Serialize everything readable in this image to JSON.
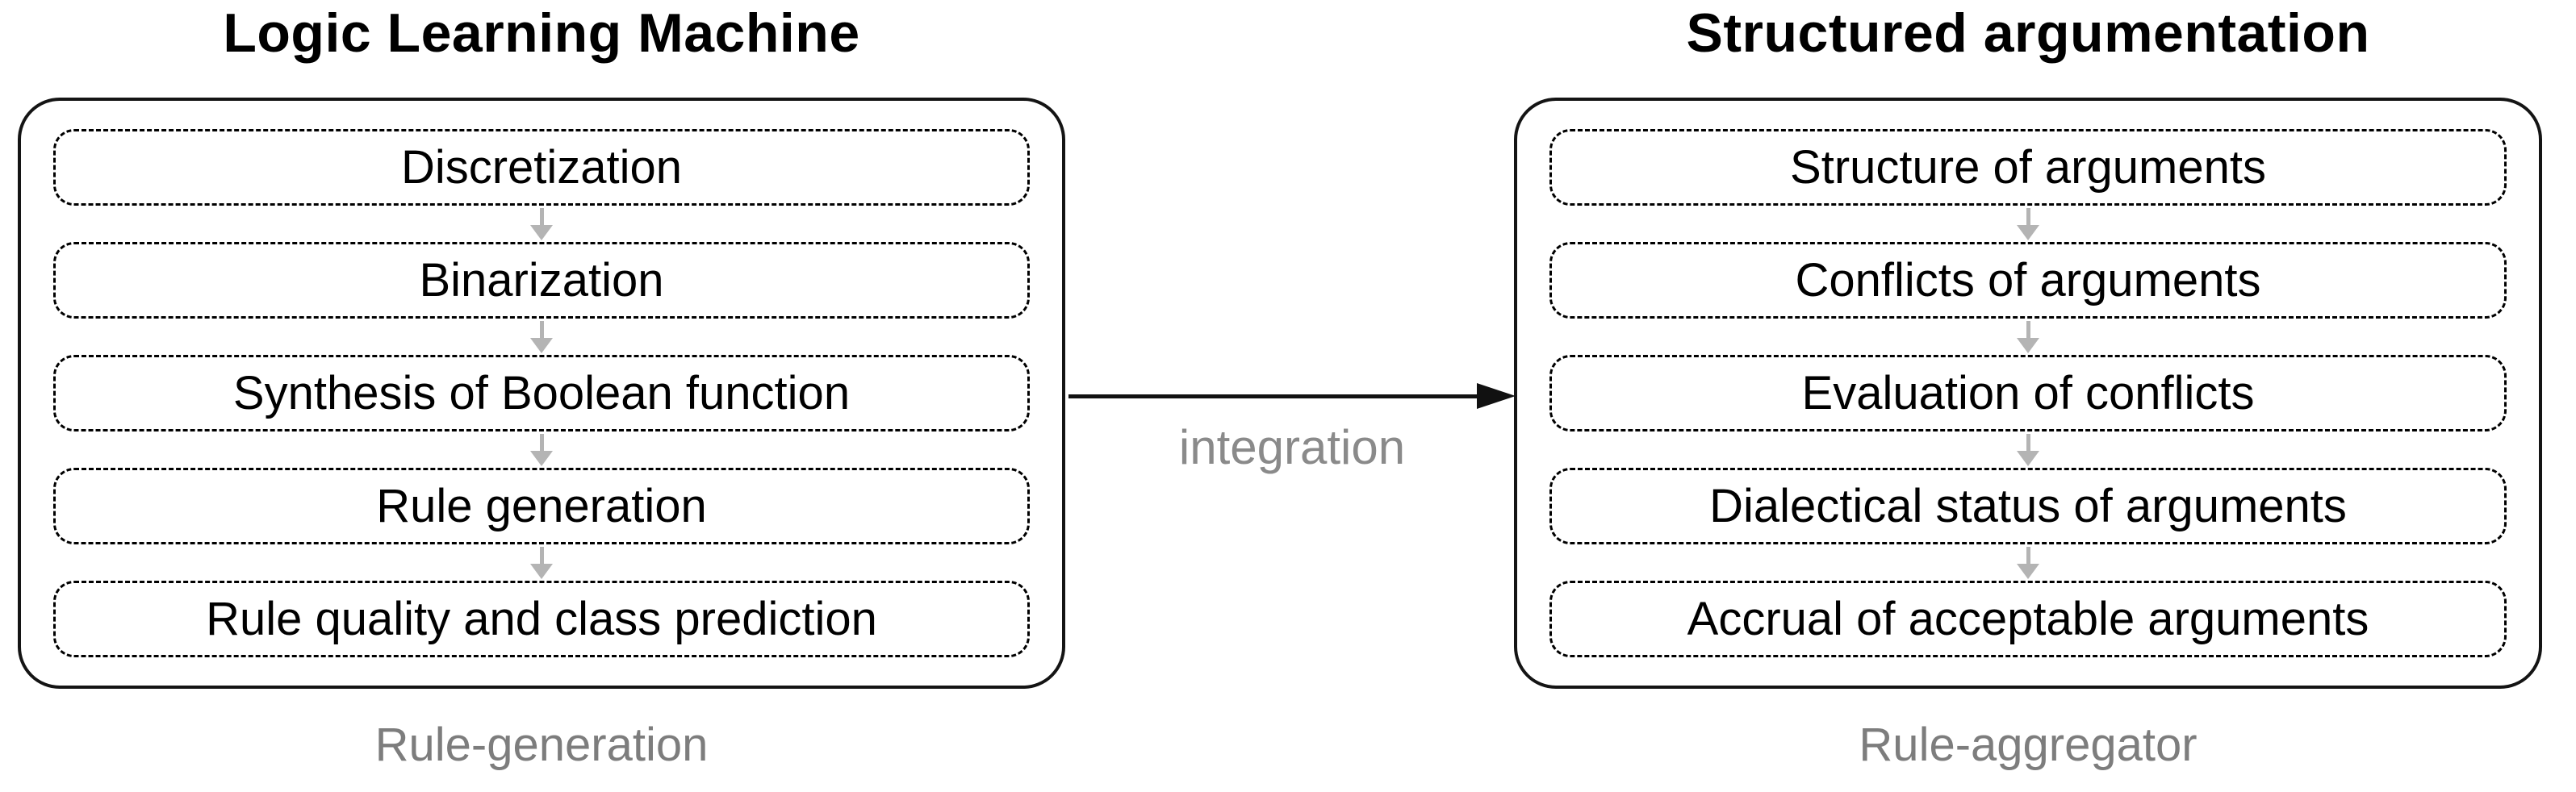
{
  "left_panel": {
    "title": "Logic Learning Machine",
    "steps": [
      "Discretization",
      "Binarization",
      "Synthesis of Boolean function",
      "Rule generation",
      "Rule quality and class prediction"
    ],
    "caption": "Rule-generation"
  },
  "right_panel": {
    "title": "Structured argumentation",
    "steps": [
      "Structure of arguments",
      "Conflicts of arguments",
      "Evaluation of conflicts",
      "Dialectical status of arguments",
      "Accrual of acceptable arguments"
    ],
    "caption": "Rule-aggregator"
  },
  "connector": {
    "label": "integration"
  },
  "colors": {
    "text": "#000000",
    "outer_border": "#141414",
    "step_border": "#000000",
    "step_arrow": "#b4b4b4",
    "caption_text": "#7d7d7d",
    "connector_arrow": "#111111",
    "connector_label": "#8a8a8a"
  }
}
